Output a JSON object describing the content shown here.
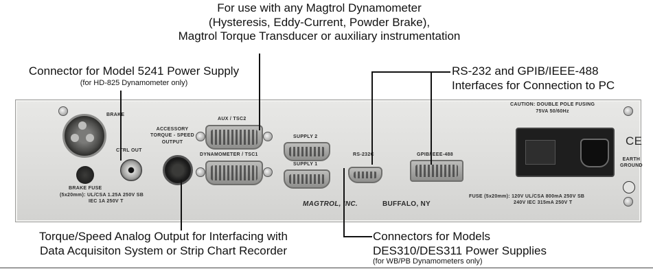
{
  "callouts": {
    "top_line1": "For use with any Magtrol Dynamometer",
    "top_line2": "(Hysteresis, Eddy-Current, Powder Brake),",
    "top_line3": "Magtrol Torque Transducer or auxiliary instrumentation",
    "power_title": "Connector for Model 5241 Power Supply",
    "power_sub": "(for HD-825 Dynamometer only)",
    "rs232_line1": "RS-232 and GPIB/IEEE-488",
    "rs232_line2": "Interfaces for Connection to PC",
    "analog_line1": "Torque/Speed Analog Output for Interfacing with",
    "analog_line2": "Data Acquisiton System or Strip Chart Recorder",
    "des_line1": "Connectors for Models",
    "des_line2": "DES310/DES311 Power Supplies",
    "des_sub": "(for WB/PB Dynamometers only)"
  },
  "panel": {
    "brake": "BRAKE",
    "brake_fuse": "BRAKE FUSE",
    "ctrl_out": "CTRL OUT",
    "accessory_line1": "ACCESSORY",
    "accessory_line2": "TORQUE - SPEED",
    "accessory_line3": "OUTPUT",
    "aux": "AUX / TSC2",
    "dyno": "DYNAMOMETER / TSC1",
    "supply2": "SUPPLY 2",
    "supply1": "SUPPLY 1",
    "rs232c": "RS-232C",
    "gpib": "GPIB/IEEE-488",
    "caution_line1": "CAUTION: DOUBLE POLE FUSING",
    "caution_line2": "75VA  50/60Hz",
    "ce": "CE",
    "earth_line1": "EARTH",
    "earth_line2": "GROUND",
    "fuse_left_line1": "(5x20mm): UL/CSA 1.25A 250V SB",
    "fuse_left_line2": "IEC 1A 250V T",
    "maker": "MAGTROL, INC.",
    "city": "BUFFALO, NY",
    "fuse_right_line1": "FUSE (5x20mm): 120V  UL/CSA 800mA 250V SB",
    "fuse_right_line2": "240V  IEC 315mA 250V T"
  }
}
